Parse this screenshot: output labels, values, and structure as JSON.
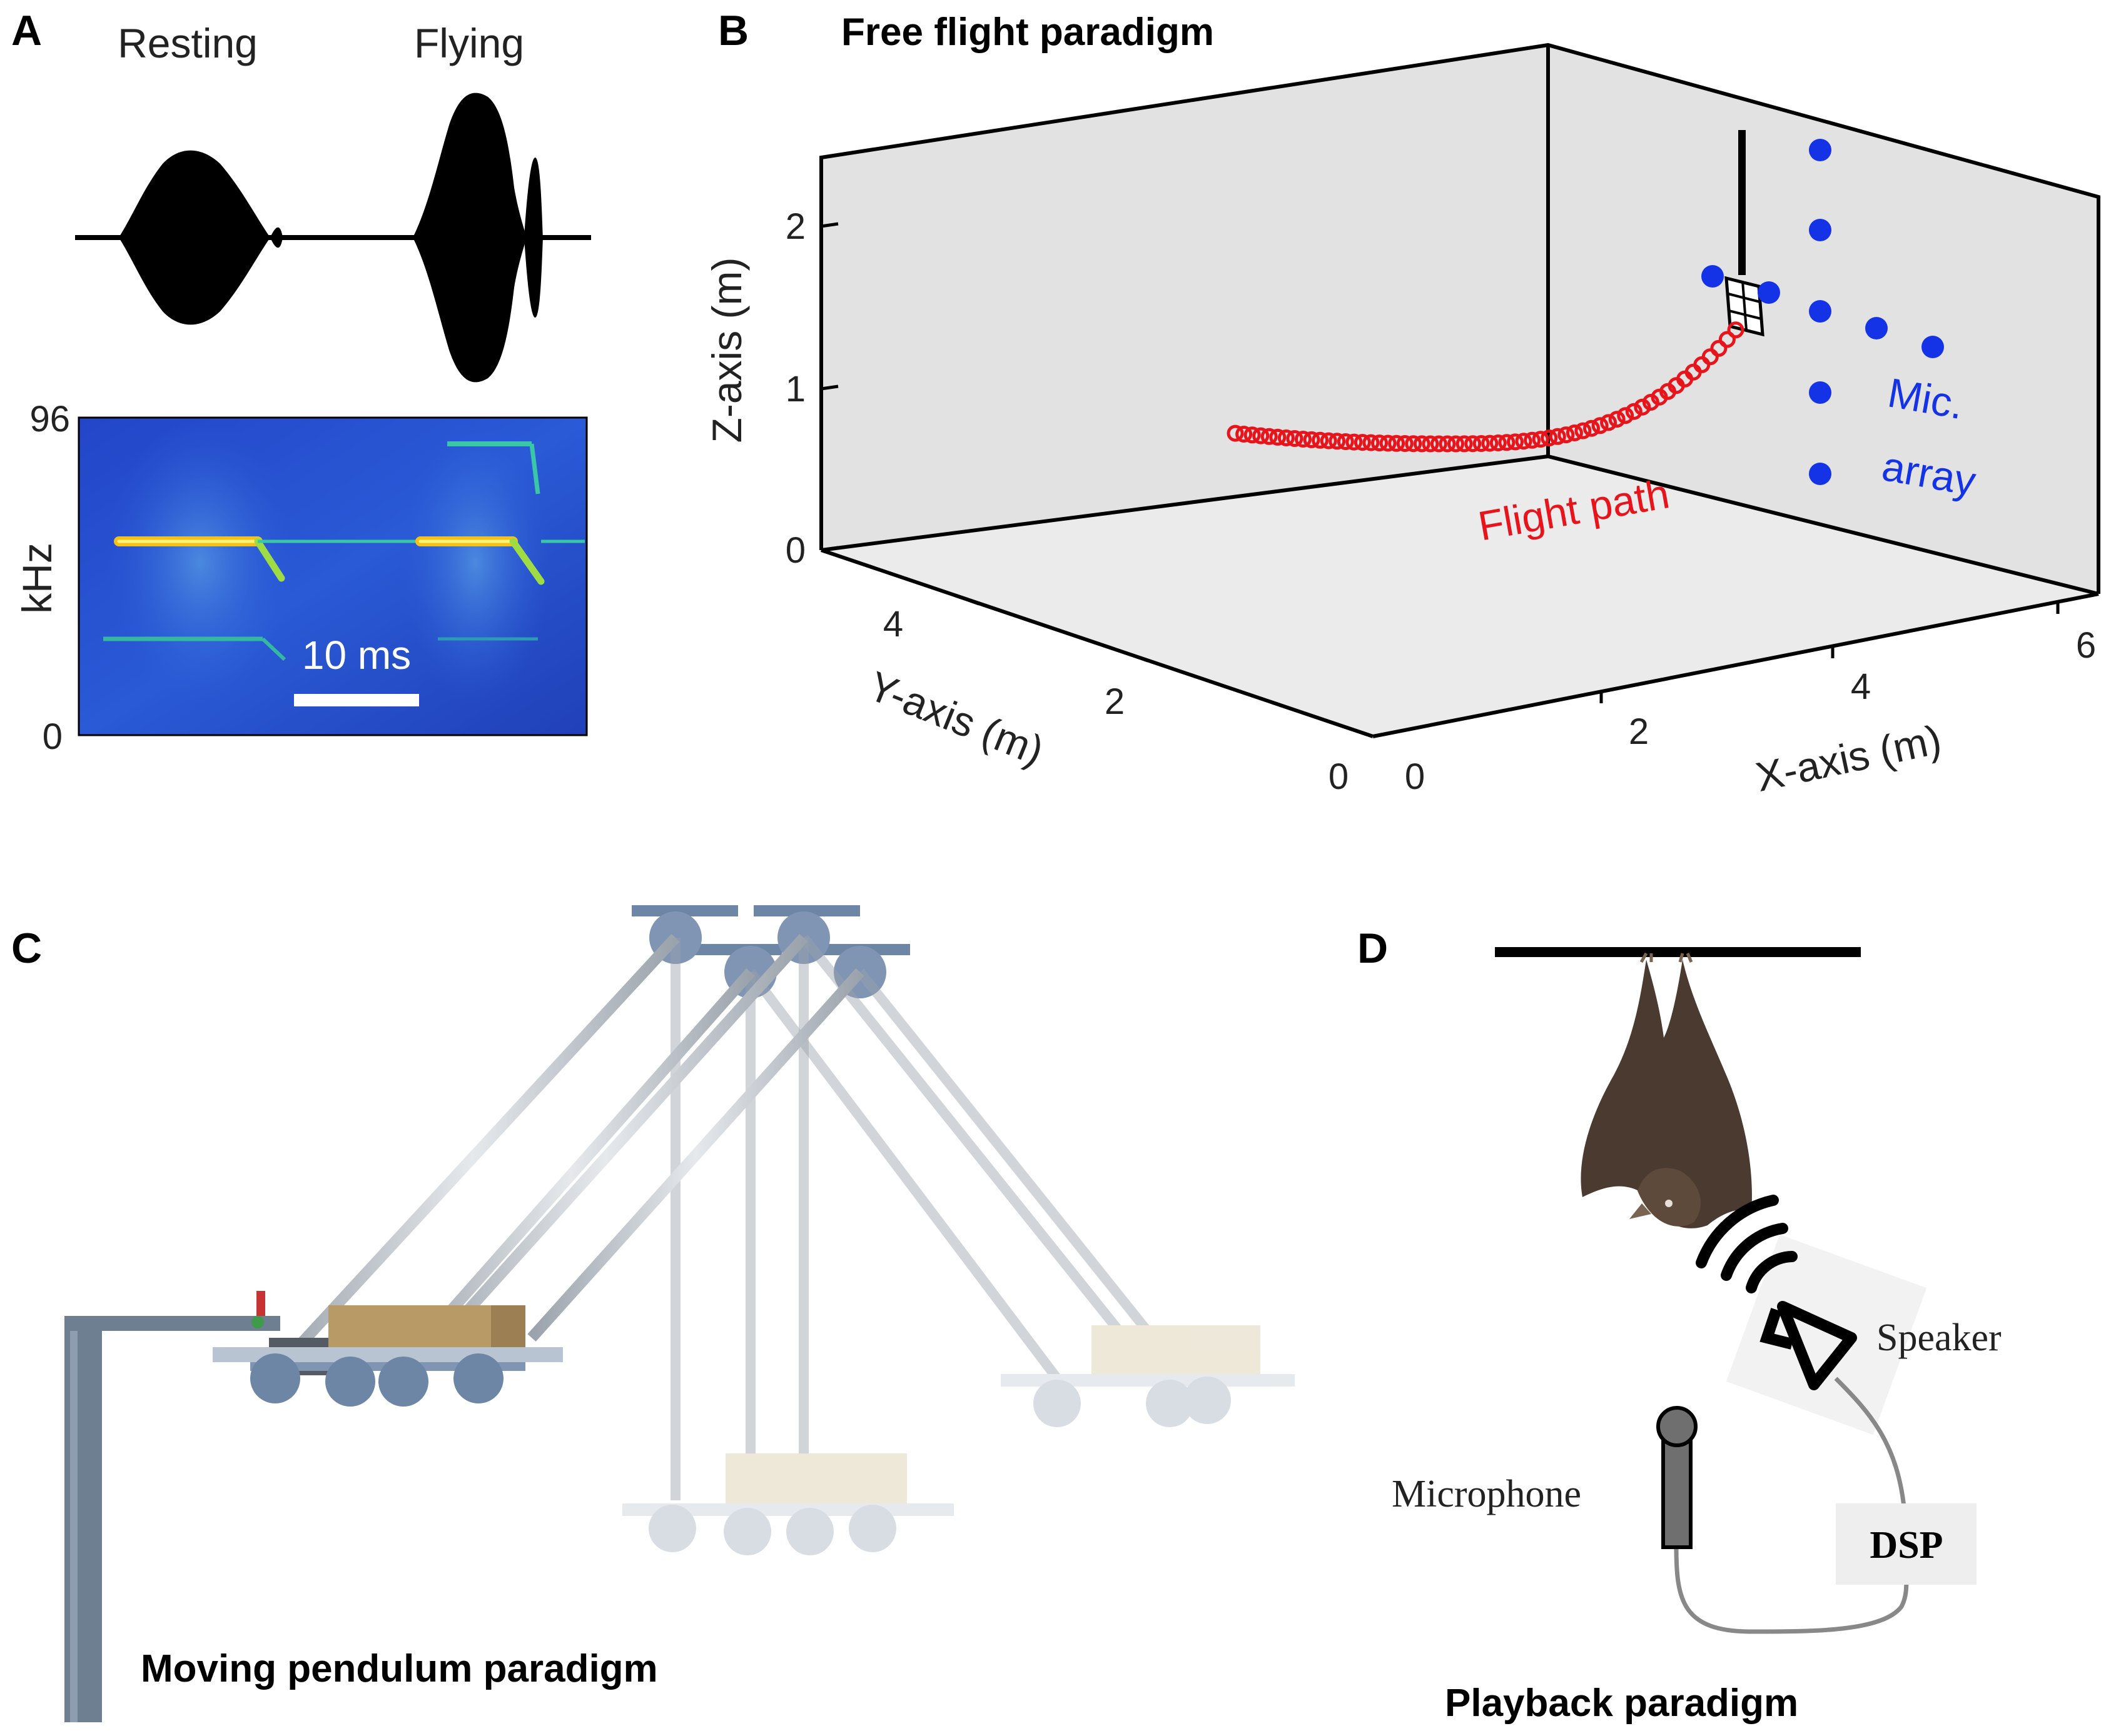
{
  "panels": {
    "A": {
      "letter": "A",
      "label_resting": "Resting",
      "label_flying": "Flying",
      "spectrogram": {
        "ylabel": "kHz",
        "y_top": "96",
        "y_bottom": "0",
        "scalebar_label": "10 ms"
      }
    },
    "B": {
      "letter": "B",
      "title": "Free flight paradigm",
      "z_axis_label": "Z-axis (m)",
      "y_axis_label": "Y-axis (m)",
      "x_axis_label": "X-axis (m)",
      "z_ticks": [
        "0",
        "1",
        "2"
      ],
      "y_ticks": [
        "4",
        "2",
        "0"
      ],
      "x_ticks": [
        "0",
        "2",
        "4",
        "6"
      ],
      "flight_path_label": "Flight path",
      "mic_array_label_1": "Mic.",
      "mic_array_label_2": "array",
      "colors": {
        "flight_path": "#e8141c",
        "mic_array": "#1432e6"
      }
    },
    "C": {
      "letter": "C",
      "title": "Moving pendulum paradigm"
    },
    "D": {
      "letter": "D",
      "title": "Playback paradigm",
      "speaker_label": "Speaker",
      "microphone_label": "Microphone",
      "dsp_label": "DSP"
    }
  }
}
